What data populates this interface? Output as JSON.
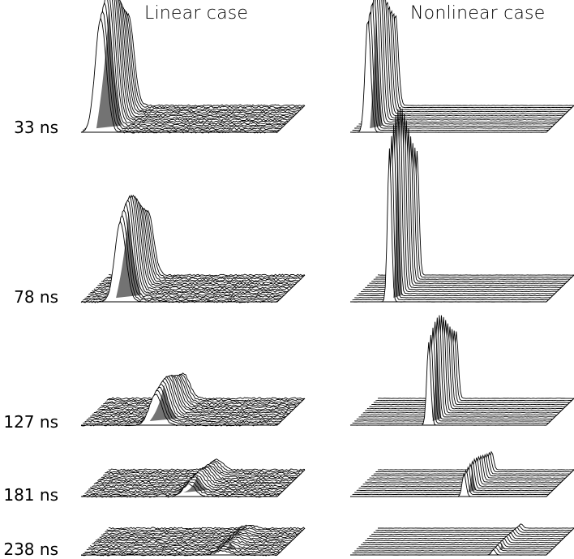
{
  "columns": [
    {
      "title": "Linear case"
    },
    {
      "title": "Nonlinear case"
    }
  ],
  "rows": [
    {
      "time": "33 ns",
      "linear": {
        "peak_pos": 0.1,
        "peak_height": 1.0,
        "width": 0.04
      },
      "nonlinear": {
        "peak_pos": 0.09,
        "peak_height": 1.0,
        "width": 0.02
      }
    },
    {
      "time": "78 ns",
      "linear": {
        "peak_pos": 0.2,
        "peak_height": 0.52,
        "width": 0.04
      },
      "nonlinear": {
        "peak_pos": 0.2,
        "peak_height": 1.0,
        "width": 0.014
      }
    },
    {
      "time": "127 ns",
      "linear": {
        "peak_pos": 0.38,
        "peak_height": 0.3,
        "width": 0.045
      },
      "nonlinear": {
        "peak_pos": 0.4,
        "peak_height": 0.8,
        "width": 0.014
      }
    },
    {
      "time": "181 ns",
      "linear": {
        "peak_pos": 0.55,
        "peak_height": 0.22,
        "width": 0.045
      },
      "nonlinear": {
        "peak_pos": 0.58,
        "peak_height": 0.4,
        "width": 0.014
      }
    },
    {
      "time": "238 ns",
      "linear": {
        "peak_pos": 0.72,
        "peak_height": 0.15,
        "width": 0.045
      },
      "nonlinear": {
        "peak_pos": 0.73,
        "peak_height": 0.18,
        "width": 0.014
      }
    }
  ]
}
